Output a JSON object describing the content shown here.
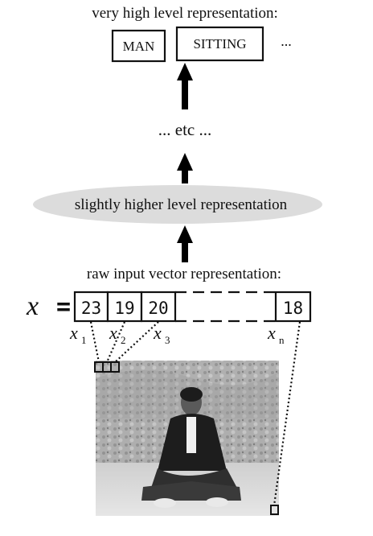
{
  "top_heading": "very high level representation:",
  "concepts": [
    "MAN",
    "SITTING",
    "..."
  ],
  "etc_label": "... etc ...",
  "mid_label": "slightly higher level representation",
  "raw_heading": "raw input vector representation:",
  "vector_symbol": "x",
  "equals": "=",
  "vector_values": [
    "23",
    "19",
    "20",
    "18"
  ],
  "component_labels": [
    {
      "base": "x",
      "sub": "1"
    },
    {
      "base": "x",
      "sub": "2"
    },
    {
      "base": "x",
      "sub": "3"
    },
    {
      "base": "x",
      "sub": "n"
    }
  ],
  "photo_subject": "man-sitting-photo"
}
